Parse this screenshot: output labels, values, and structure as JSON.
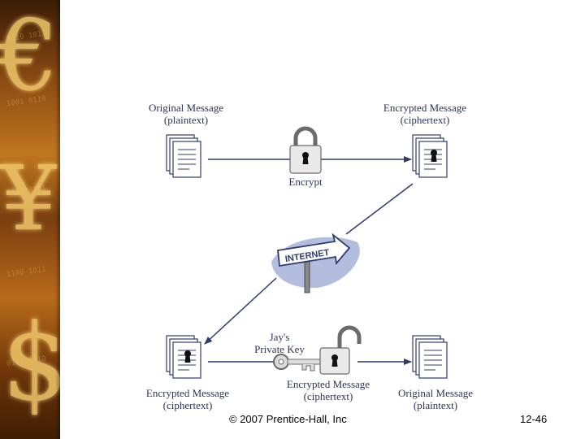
{
  "diagram": {
    "top_left_label": [
      "Original Message",
      "(plaintext)"
    ],
    "top_right_label": [
      "Encrypted Message",
      "(ciphertext)"
    ],
    "encrypt_label": "Encrypt",
    "internet_sign": "INTERNET",
    "key_label": [
      "Jay's",
      "Private Key"
    ],
    "bottom_left_label": [
      "Encrypted Message",
      "(ciphertext)"
    ],
    "bottom_middle_label": [
      "Encrypted Message",
      "(ciphertext)"
    ],
    "bottom_right_label": [
      "Original Message",
      "(plaintext)"
    ]
  },
  "footer": {
    "copyright": "© 2007 Prentice-Hall, Inc",
    "slide_number": "12-46"
  },
  "colors": {
    "line": "#2f3c6e",
    "sign_blue": "#9aa8d4",
    "accent": "#f2c86a"
  }
}
